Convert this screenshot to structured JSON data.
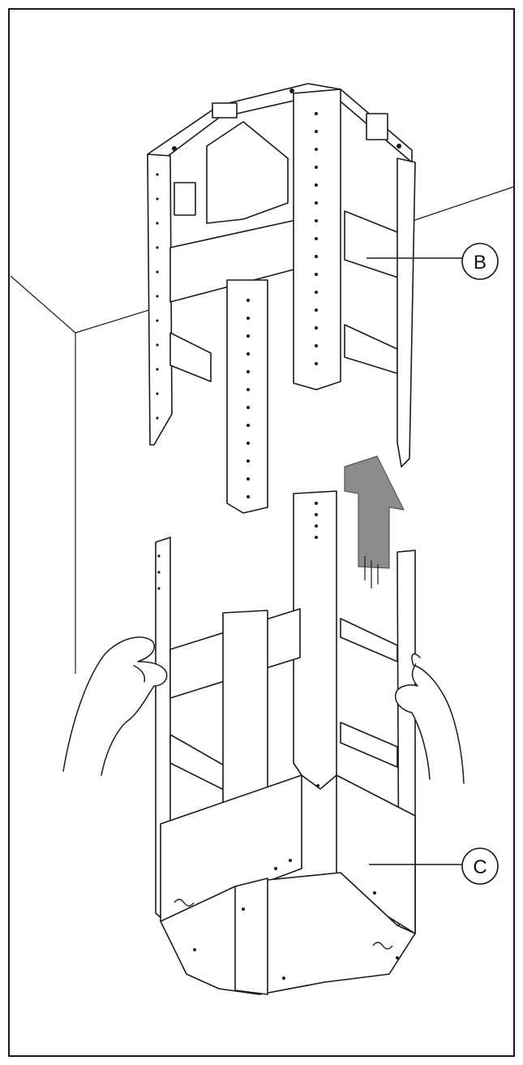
{
  "diagram": {
    "callouts": [
      {
        "id": "b",
        "letter": "B"
      },
      {
        "id": "c",
        "letter": "C"
      }
    ],
    "colors": {
      "line": "#1a1a1a",
      "arrow_fill": "#8c8c8c",
      "arrow_stroke": "#555555",
      "background": "#ffffff",
      "panel": "#ffffff"
    },
    "icons": [
      "up-arrow-icon",
      "hand-icon"
    ]
  }
}
